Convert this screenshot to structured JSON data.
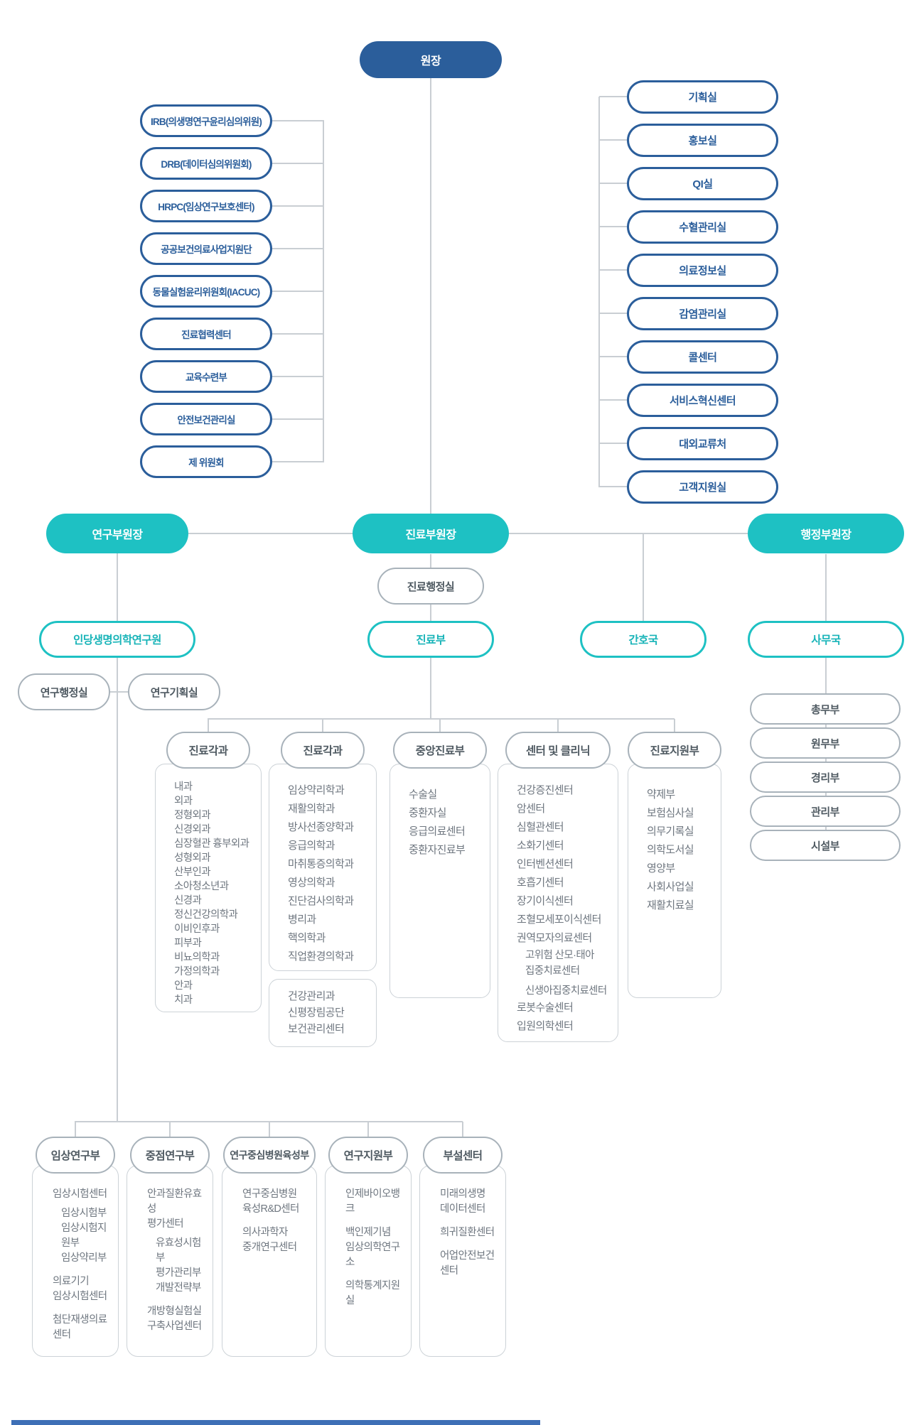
{
  "palette": {
    "blue": "#2b5e9b",
    "teal": "#1ec1c3",
    "teal_text": "#18b4b8",
    "gray_border": "#a8b2ba",
    "gray_text": "#4f5a62",
    "box_border": "#ccd2d7",
    "list_text": "#6f7780",
    "line": "#c9ced3",
    "footer_blue": "#3e6fb6"
  },
  "top": {
    "director": "원장"
  },
  "committees": [
    "IRB(의생명연구윤리심의위원)",
    "DRB(데이터심의위원회)",
    "HRPC(임상연구보호센터)",
    "공공보건의료사업지원단",
    "동물실험윤리위원회(IACUC)",
    "진료협력센터",
    "교육수련부",
    "안전보건관리실",
    "제 위원회"
  ],
  "offices": [
    "기획실",
    "홍보실",
    "QI실",
    "수혈관리실",
    "의료정보실",
    "감염관리실",
    "콜센터",
    "서비스혁신센터",
    "대외교류처",
    "고객지원실"
  ],
  "vice": {
    "research": "연구부원장",
    "clinical": "진료부원장",
    "admin": "행정부원장"
  },
  "clinical": {
    "admin_office": "진료행정실",
    "dept": "진료부",
    "nursing": "간호국"
  },
  "admin": {
    "bureau": "사무국",
    "divisions": [
      "총무부",
      "원무부",
      "경리부",
      "관리부",
      "시설부"
    ]
  },
  "research": {
    "institute": "인당생명의학연구원",
    "admin_office": "연구행정실",
    "planning_office": "연구기획실"
  },
  "mid": {
    "col1": {
      "title": "진료각과",
      "items": [
        "내과",
        "외과",
        "정형외과",
        "신경외과",
        "심장혈관 흉부외과",
        "성형외과",
        "산부인과",
        "소아청소년과",
        "신경과",
        "정신건강의학과",
        "이비인후과",
        "피부과",
        "비뇨의학과",
        "가정의학과",
        "안과",
        "치과"
      ]
    },
    "col2": {
      "title": "진료각과",
      "items": [
        "임상약리학과",
        "재활의학과",
        "방사선종양학과",
        "응급의학과",
        "마취통증의학과",
        "영상의학과",
        "진단검사의학과",
        "병리과",
        "핵의학과",
        "직업환경의학과"
      ],
      "extra": [
        "건강관리과",
        {
          "t": "신평장림공단\n보건관리센터"
        }
      ]
    },
    "col3": {
      "title": "중앙진료부",
      "items": [
        "수술실",
        "중환자실",
        "응급의료센터",
        "중환자진료부"
      ]
    },
    "col4": {
      "title": "센터 및 클리닉",
      "items": [
        "건강증진센터",
        "암센터",
        "심혈관센터",
        "소화기센터",
        "인터벤션센터",
        "호흡기센터",
        "장기이식센터",
        "조혈모세포이식센터",
        "권역모자의료센터",
        {
          "t": "고위험 산모·태아\n집중치료센터",
          "ind": true,
          "two": true
        },
        {
          "t": "신생아집중치료센터",
          "ind": true,
          "two": true,
          "gs": true
        },
        "로봇수술센터",
        "입원의학센터"
      ]
    },
    "col5": {
      "title": "진료지원부",
      "items": [
        "약제부",
        "보험심사실",
        "의무기록실",
        "의학도서실",
        "영양부",
        "사회사업실",
        "재활치료실"
      ]
    }
  },
  "bottom": {
    "col1": {
      "title": "임상연구부",
      "items": [
        "임상시험센터",
        {
          "t": "임상시험부",
          "ind": true,
          "gs": true
        },
        {
          "t": "임상시험지원부",
          "ind": true
        },
        {
          "t": "임상약리부",
          "ind": true
        },
        {
          "t": "의료기기\n임상시험센터",
          "g": true
        },
        {
          "t": "첨단재생의료센터",
          "g": true
        }
      ]
    },
    "col2": {
      "title": "중점연구부",
      "items": [
        {
          "t": "안과질환유효성\n평가센터"
        },
        {
          "t": "유효성시험부",
          "ind": true,
          "gs": true
        },
        {
          "t": "평가관리부",
          "ind": true
        },
        {
          "t": "개발전략부",
          "ind": true
        },
        {
          "t": "개방형실험실\n구축사업센터",
          "g": true
        }
      ]
    },
    "col3": {
      "title": "연구중심병원육성부",
      "items": [
        {
          "t": "연구중심병원\n육성R&D센터"
        },
        {
          "t": "의사과학자\n중개연구센터",
          "g": true
        }
      ]
    },
    "col4": {
      "title": "연구지원부",
      "items": [
        "인제바이오뱅크",
        {
          "t": "백인제기념\n임상의학연구소",
          "g": true
        },
        {
          "t": "의학통계지원실",
          "g": true
        }
      ]
    },
    "col5": {
      "title": "부설센터",
      "items": [
        {
          "t": "미래의생명\n데이터센터"
        },
        {
          "t": "희귀질환센터",
          "g": true
        },
        {
          "t": "어업안전보건센터",
          "g": true
        }
      ]
    }
  }
}
